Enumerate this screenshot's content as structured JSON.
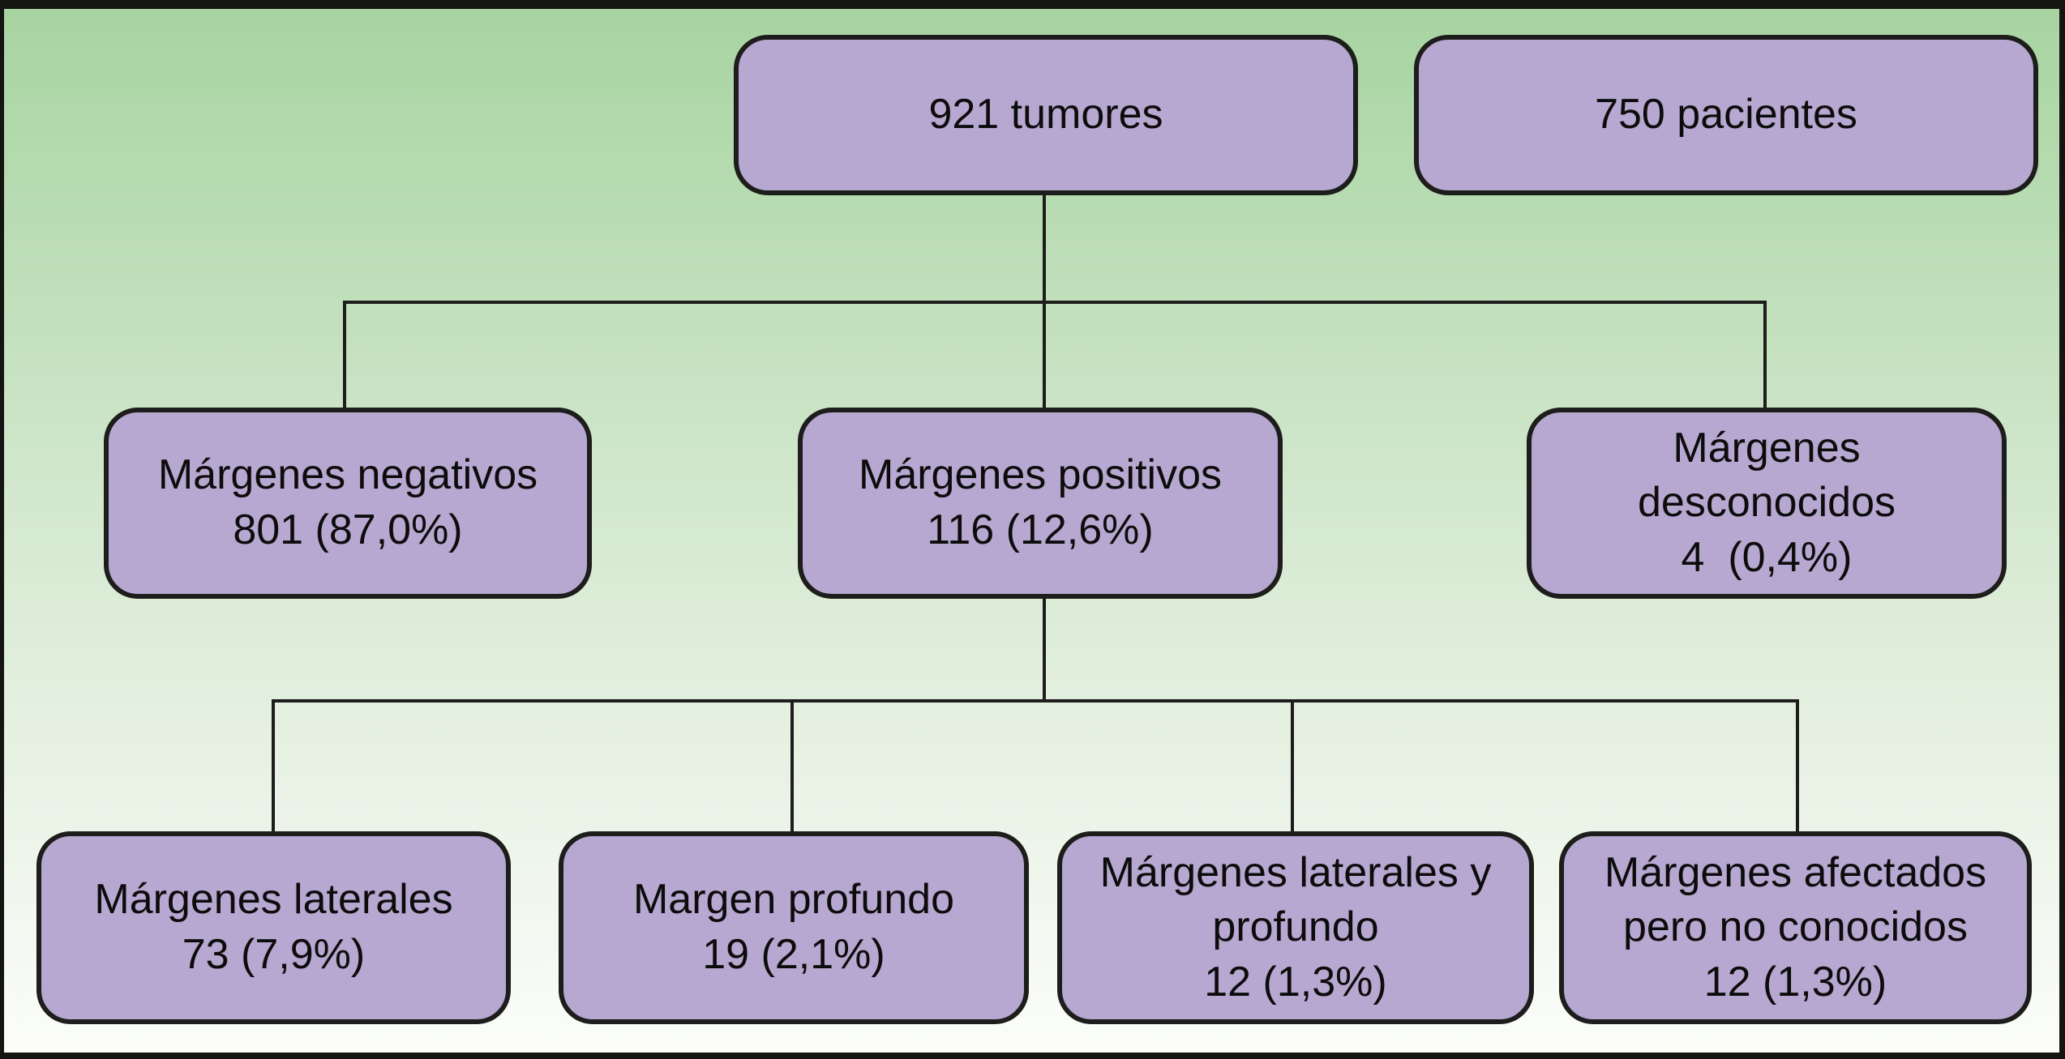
{
  "figure": {
    "type": "flowchart",
    "colors": {
      "node_fill": "#b6a8d0",
      "node_border": "#1d1d1b",
      "connector": "#1d1d1b",
      "frame": "#141412",
      "background_top": "#a7d3a0",
      "background_bottom": "#fcfdfb"
    },
    "nodes": {
      "tumores": {
        "lines": [
          "921 tumores"
        ]
      },
      "pacientes": {
        "lines": [
          "750 pacientes"
        ]
      },
      "negativos": {
        "lines": [
          "Márgenes negativos",
          "801 (87,0%)"
        ]
      },
      "positivos": {
        "lines": [
          "Márgenes positivos",
          "116 (12,6%)"
        ]
      },
      "desconocidos": {
        "lines": [
          "Márgenes",
          "desconocidos",
          "4  (0,4%)"
        ]
      },
      "laterales": {
        "lines": [
          "Márgenes laterales",
          "73 (7,9%)"
        ]
      },
      "profundo": {
        "lines": [
          "Margen profundo",
          "19 (2,1%)"
        ]
      },
      "lat_prof": {
        "lines": [
          "Márgenes laterales y",
          "profundo",
          "12 (1,3%)"
        ]
      },
      "afectados": {
        "lines": [
          "Márgenes afectados",
          "pero no conocidos",
          "12 (1,3%)"
        ]
      }
    },
    "edges": [
      [
        "tumores",
        "negativos"
      ],
      [
        "tumores",
        "positivos"
      ],
      [
        "tumores",
        "desconocidos"
      ],
      [
        "positivos",
        "laterales"
      ],
      [
        "positivos",
        "profundo"
      ],
      [
        "positivos",
        "lat_prof"
      ],
      [
        "positivos",
        "afectados"
      ]
    ]
  }
}
